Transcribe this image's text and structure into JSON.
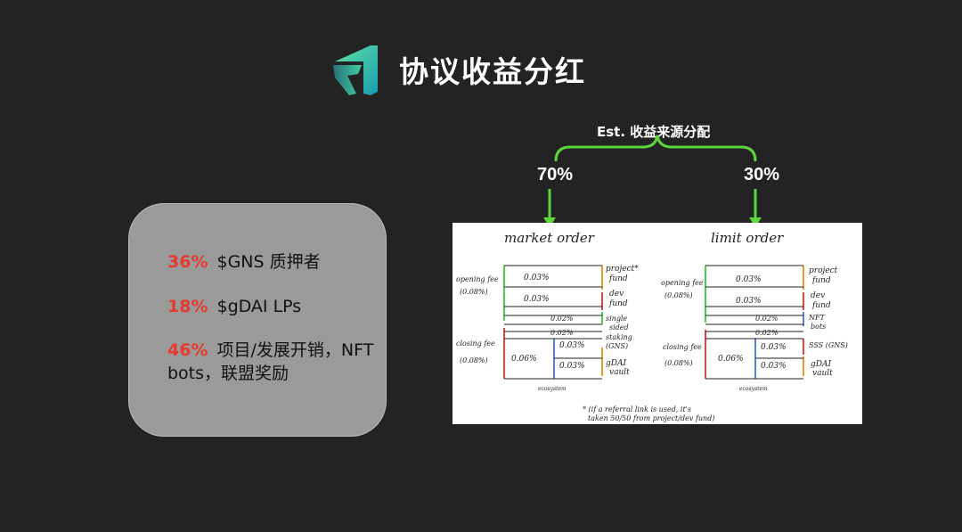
{
  "header": {
    "title": "协议收益分红"
  },
  "distribution": [
    {
      "pct": "36%",
      "label": "$GNS 质押者"
    },
    {
      "pct": "18%",
      "label": "$gDAI LPs"
    },
    {
      "pct": "46%",
      "label": "项目/发展开销，NFT bots，联盟奖励"
    }
  ],
  "split": {
    "label": "Est. 收益来源分配",
    "market_pct": "70%",
    "limit_pct": "30%"
  },
  "diagram": {
    "market": {
      "title": "market order",
      "opening_fee": "opening fee",
      "opening_val": "(0.08%)",
      "closing_fee": "closing fee",
      "closing_val": "(0.08%)",
      "flows": [
        "0.03%",
        "0.03%",
        "0.02%",
        "0.02%",
        "0.06%",
        "0.03%",
        "0.03%"
      ],
      "dest": [
        "project*",
        "fund",
        "dev",
        "fund",
        "single",
        "sided",
        "staking",
        "(GNS)",
        "gDAI",
        "vault"
      ],
      "ecosystem": "ecosystem"
    },
    "limit": {
      "title": "limit order",
      "opening_fee": "opening fee",
      "opening_val": "(0.08%)",
      "closing_fee": "closing fee",
      "closing_val": "(0.08%)",
      "flows": [
        "0.03%",
        "0.03%",
        "0.02%",
        "0.02%",
        "0.06%",
        "0.03%",
        "0.03%"
      ],
      "dest": [
        "project",
        "fund",
        "dev",
        "fund",
        "NFT",
        "bots",
        "SSS (GNS)",
        "gDAI",
        "vault"
      ],
      "ecosystem": "ecosystem"
    },
    "footnote_1": "* (if a referral link is used, it's",
    "footnote_2": "taken 50/50 from project/dev fund)"
  },
  "colors": {
    "accent_red": "#e53a2c",
    "arrow_green": "#5cd63b",
    "card_gray": "#9a9a9a",
    "bg": "#232323"
  }
}
